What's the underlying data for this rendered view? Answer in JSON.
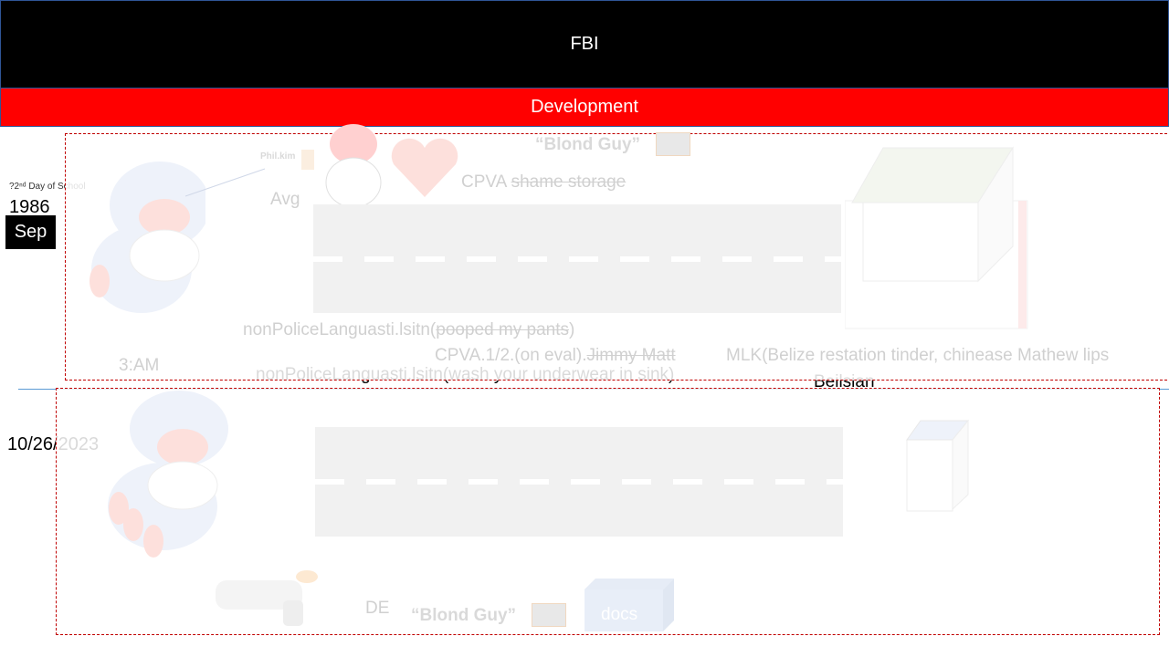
{
  "header": {
    "title": "FBI",
    "subtitle": "Development"
  },
  "row1": {
    "small_note": "?2ⁿᵈ Day of School",
    "year": "1986",
    "month_badge": "Sep",
    "pointer_label": "Phil.kim",
    "avg_label": "Avg",
    "blond_label": "“Blond Guy”",
    "cpva_label": "CPVA",
    "cpva_struck": "shame storage",
    "code_line1_prefix": "nonPoliceLanguasti.lsitn(",
    "code_line1_struck": "pooped my pants",
    "code_line1_suffix": ")",
    "cpva_eval_prefix": "CPVA.1/2.(on eval).",
    "cpva_eval_struck": "Jimmy Matt",
    "mlk_text": "MLK(Belize restation tinder, chinease Mathew lips",
    "time_label": "3:AM",
    "code_line2": "nonPoliceLanguasti.lsitn(wash your underwear in sink)",
    "place_label": "Beilsian"
  },
  "row2": {
    "date": "10/26/2023",
    "de_label": "DE",
    "blond_label": "“Blond Guy”",
    "docs_label": "docs"
  },
  "colors": {
    "banner": "#000000",
    "subbanner": "#ff0000",
    "frame": "#c00000",
    "road": "#f1f1f1"
  }
}
